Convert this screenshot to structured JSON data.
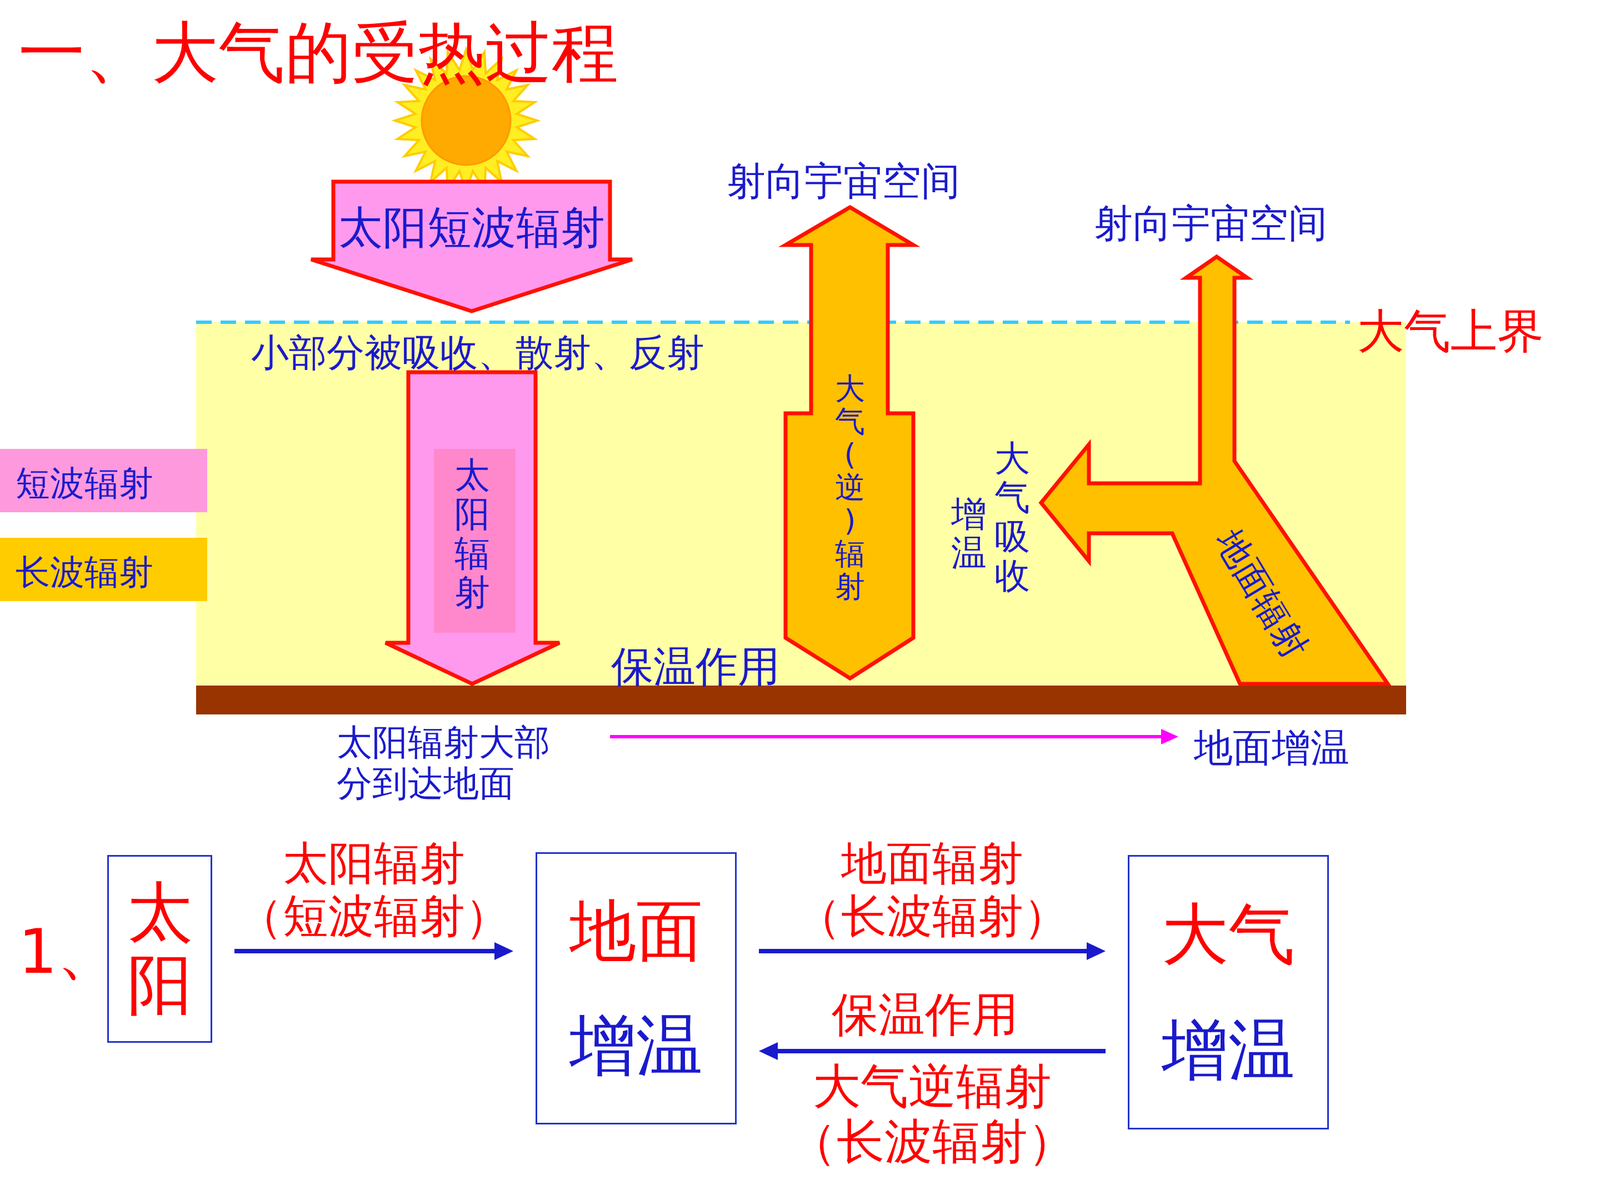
{
  "diagram": {
    "title": "一、大气的受热过程",
    "nodes": [
      {
        "text": [
          "太阳短波辐射"
        ]
      },
      {
        "text": [
          "太阳辐射"
        ]
      },
      {
        "text": [
          "大气(逆)辐射"
        ]
      },
      {
        "text": [
          "地面辐射"
        ]
      },
      {
        "text": [
          "太阳"
        ]
      },
      {
        "text": [
          "地面",
          "增温"
        ]
      },
      {
        "text": [
          "大气",
          "增温"
        ]
      }
    ],
    "edges": [
      {
        "from": 4,
        "to": 5,
        "arrow": "to",
        "label": "太阳辐射 （短波辐射）"
      },
      {
        "from": 5,
        "to": 6,
        "arrow": "to",
        "label": "地面辐射 （长波辐射）"
      },
      {
        "from": 6,
        "to": 5,
        "arrow": "to",
        "label": "大气逆辐射 （长波辐射）"
      }
    ],
    "labels": [
      "射向宇宙空间",
      "射向宇宙空间",
      "大气上界",
      "小部分被吸收、散射、反射",
      "大气吸收",
      "增温",
      "保温作用",
      "太阳辐射大部 分到达地面",
      "地面增温",
      "1、",
      "保温作用"
    ],
    "legend": [
      {
        "text": "短波辐射",
        "color": "#FF99DD"
      },
      {
        "text": "长波辐射",
        "color": "#FFCC00"
      }
    ]
  }
}
